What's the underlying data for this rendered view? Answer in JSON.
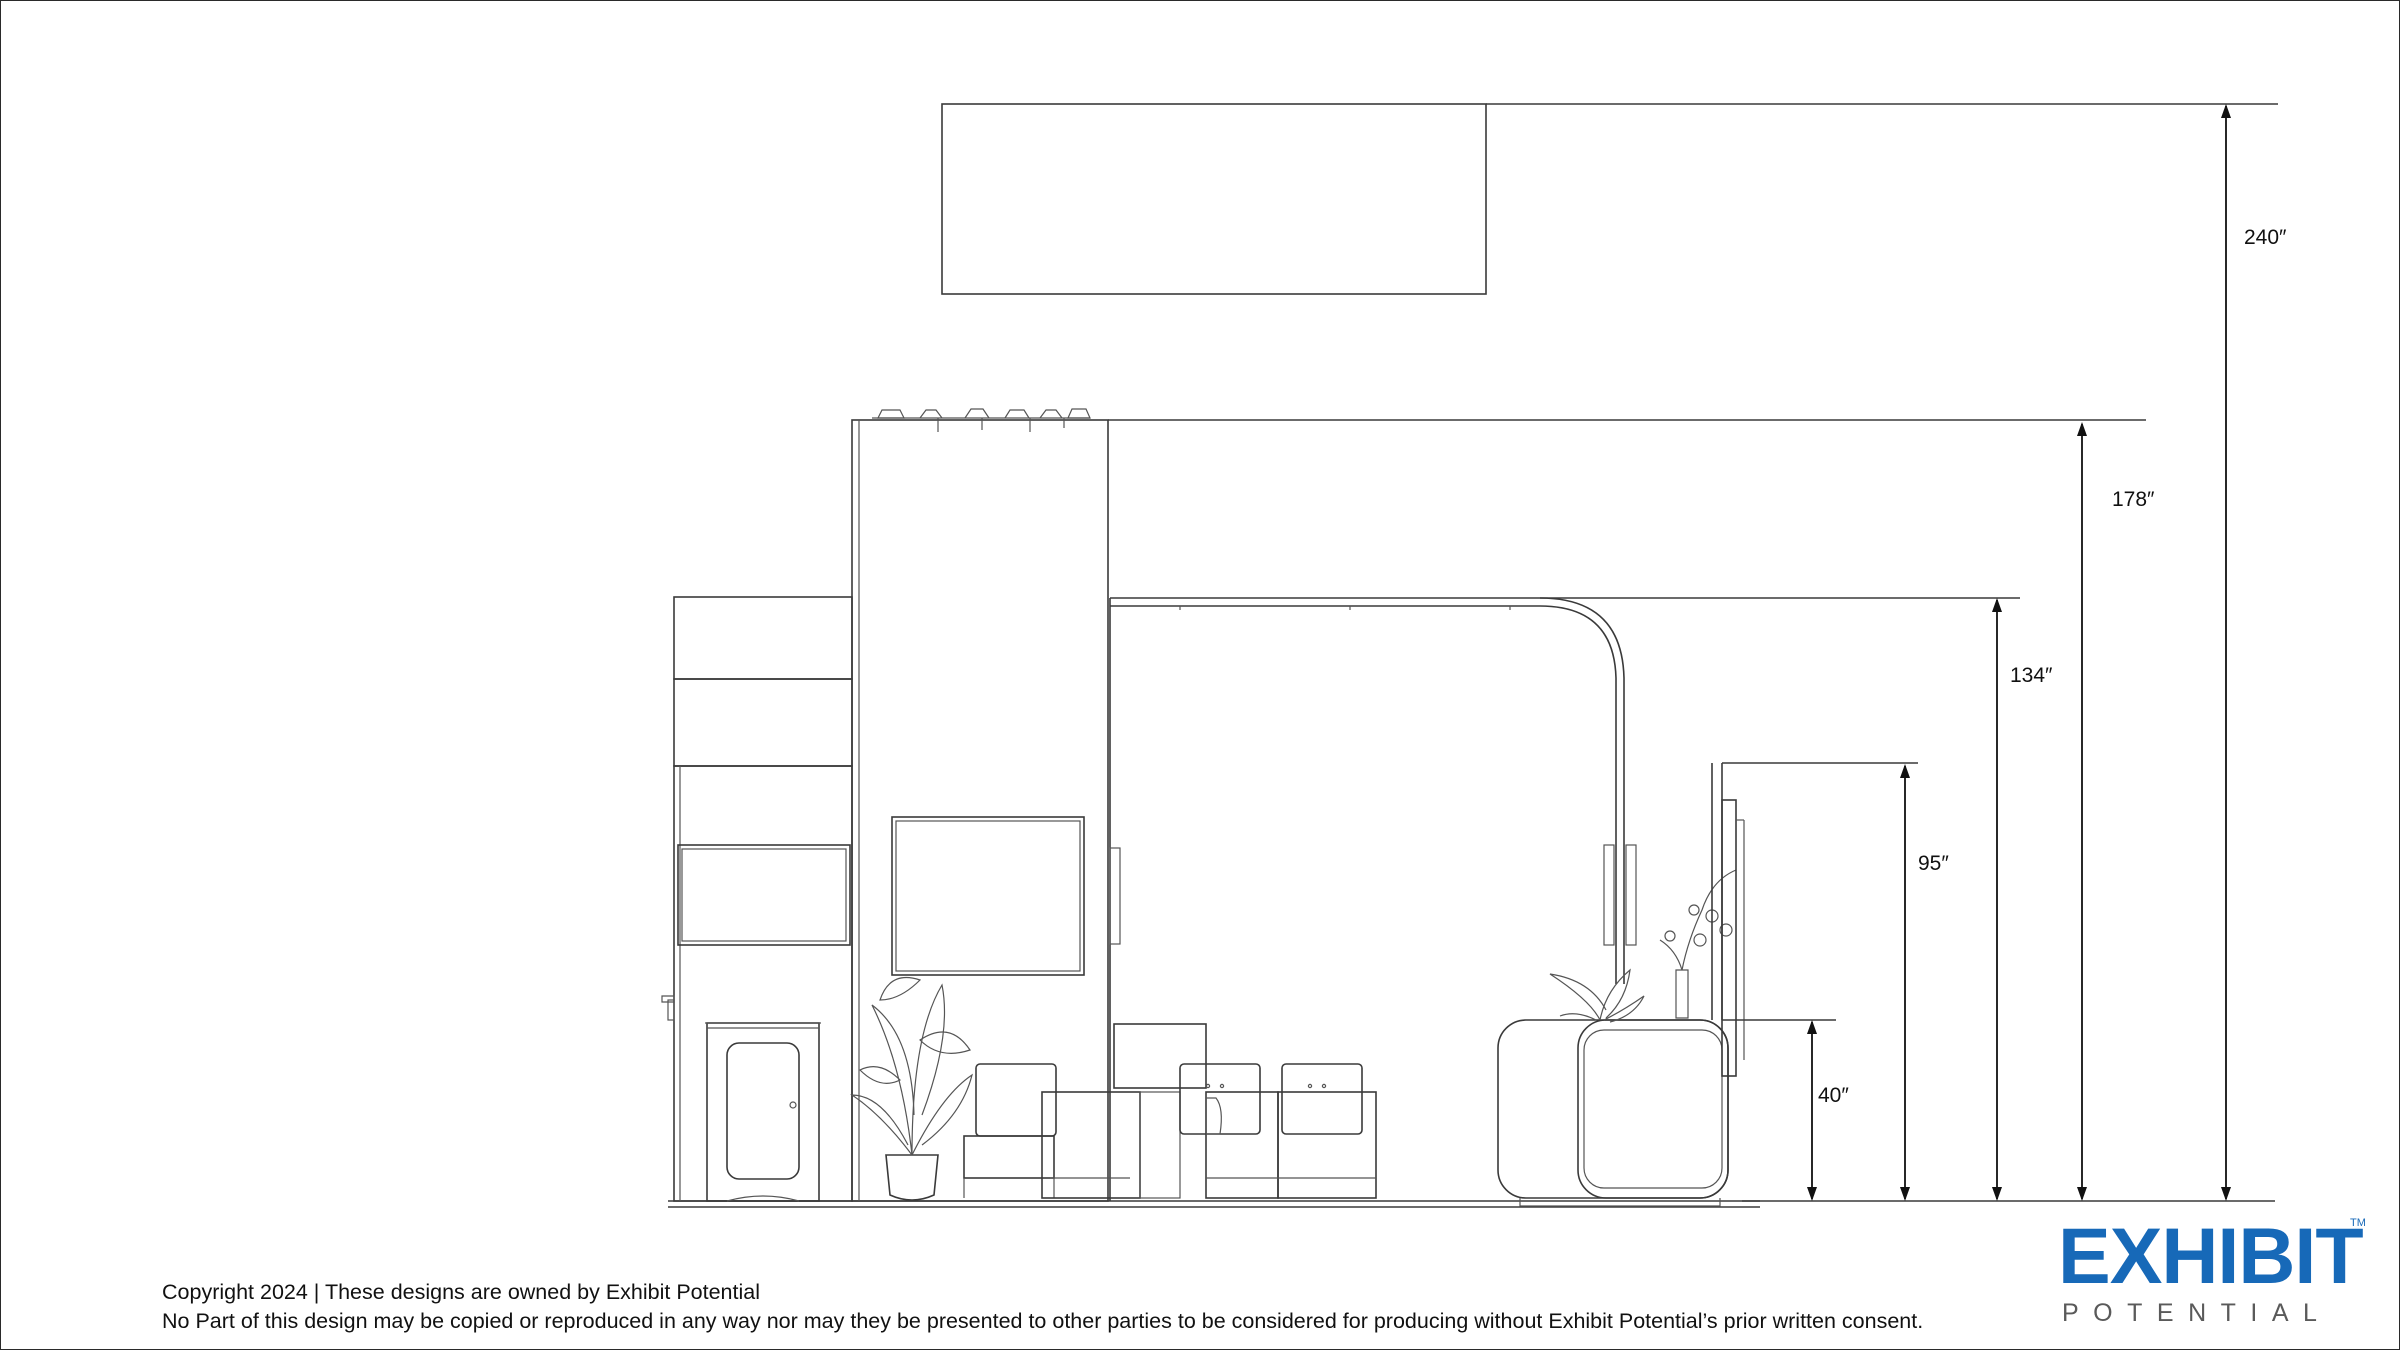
{
  "dimensions": {
    "d240": "240″",
    "d178": "178″",
    "d134": "134″",
    "d95": "95″",
    "d40": "40″"
  },
  "footer": {
    "copyright": "Copyright 2024 | These designs are owned by Exhibit Potential",
    "notice": "No Part of this design may be copied or reproduced in any way nor may they be presented to other parties to be considered for producing without Exhibit Potential’s prior written consent."
  },
  "logo": {
    "main": "EXHIBIT",
    "sub": "POTENTIAL",
    "tm": "TM"
  },
  "colors": {
    "brand_blue": "#1769b8",
    "line": "#3a3a3a"
  }
}
